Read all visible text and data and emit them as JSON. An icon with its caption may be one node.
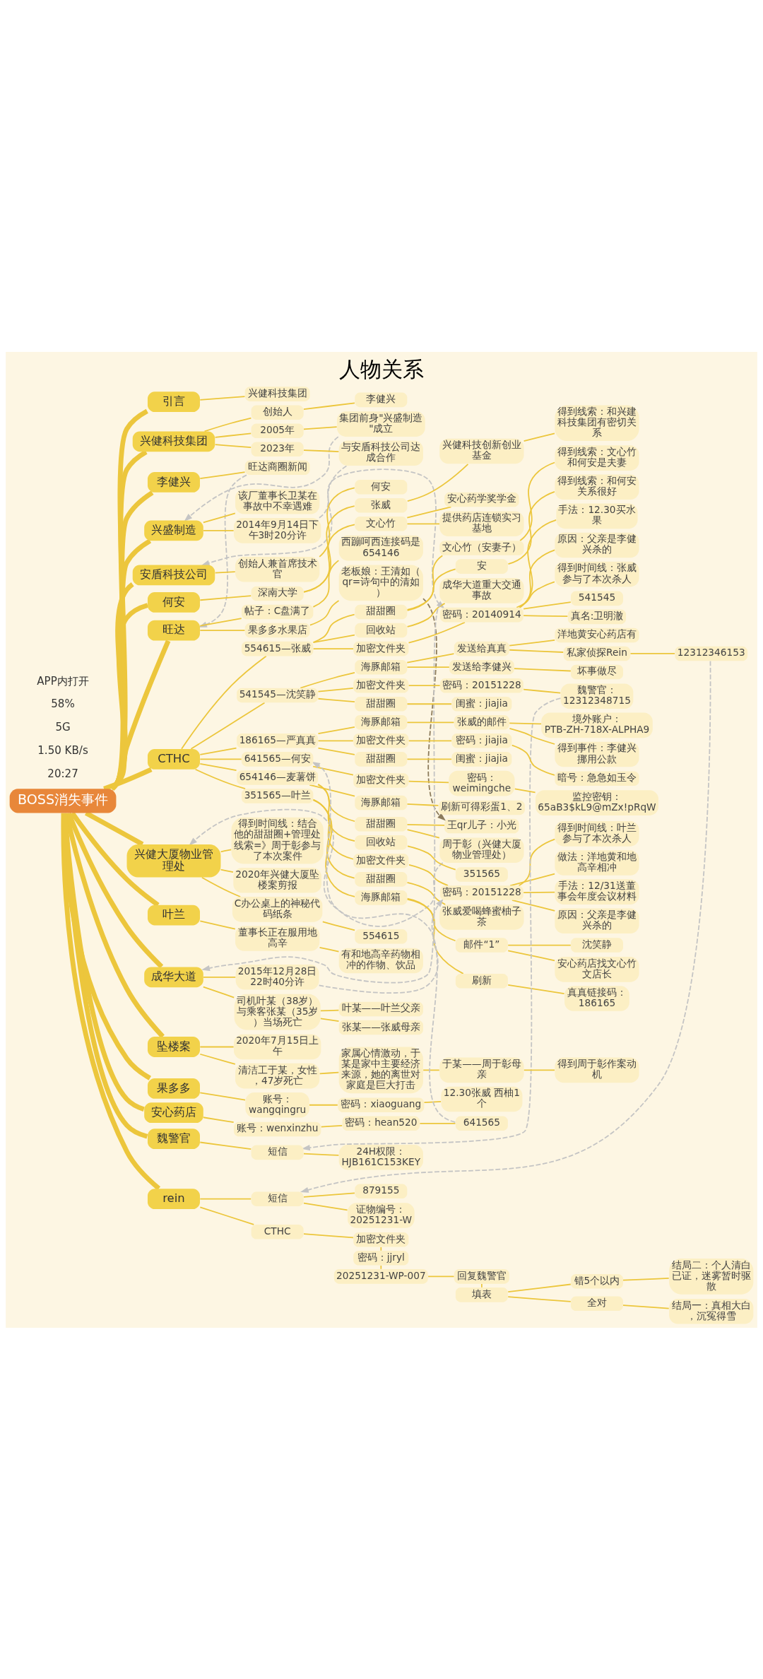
{
  "diagram": {
    "title": "人物关系",
    "nodes": [
      {
        "text": [
          "BOSS消失事件"
        ]
      },
      {
        "text": [
          "引言"
        ]
      },
      {
        "text": [
          "兴健科技集团"
        ]
      },
      {
        "text": [
          "兴健科技集团"
        ]
      },
      {
        "text": [
          "2005年"
        ]
      },
      {
        "text": [
          "集团前身\"兴盛制造\"成立"
        ]
      },
      {
        "text": [
          "2023年"
        ]
      },
      {
        "text": [
          "与安盾科技公司达成合作"
        ]
      },
      {
        "text": [
          "创始人"
        ]
      },
      {
        "text": [
          "李健兴"
        ]
      },
      {
        "text": [
          "李健兴"
        ]
      },
      {
        "text": [
          "旺达商圈新闻"
        ]
      },
      {
        "text": [
          "兴盛制造"
        ]
      },
      {
        "text": [
          "该厂董事长卫某在事故中不幸遇难"
        ]
      },
      {
        "text": [
          "2014年9月14日下午3时20分许"
        ]
      },
      {
        "text": [
          "安盾科技公司"
        ]
      },
      {
        "text": [
          "创始人兼首席技术官"
        ]
      },
      {
        "text": [
          "何安"
        ]
      },
      {
        "text": [
          "何安"
        ]
      },
      {
        "text": [
          "深南大学"
        ]
      },
      {
        "text": [
          "张威"
        ]
      },
      {
        "text": [
          "兴健科技创新创业基金"
        ]
      },
      {
        "text": [
          "得到线索：和兴建科技集团有密切关系"
        ]
      },
      {
        "text": [
          "文心竹"
        ]
      },
      {
        "text": [
          "安心药学奖学金"
        ]
      },
      {
        "text": [
          "提供药店连锁实习基地"
        ]
      },
      {
        "text": [
          "旺达"
        ]
      },
      {
        "text": [
          "帖子：C盘满了"
        ]
      },
      {
        "text": [
          "西蹦呵西连接码是654146"
        ]
      },
      {
        "text": [
          "果多多水果店"
        ]
      },
      {
        "text": [
          "老板娘：王清如（qr=诗句中的清如）"
        ]
      },
      {
        "text": [
          "CTHC"
        ]
      },
      {
        "text": [
          "654146—麦薯饼"
        ]
      },
      {
        "text": [
          "甜甜圈"
        ]
      },
      {
        "text": [
          "周于彰（兴健大厦物业管理处）"
        ]
      },
      {
        "text": [
          "王qr儿子：小光"
        ]
      },
      {
        "text": [
          "回收站"
        ]
      },
      {
        "text": [
          "351565"
        ]
      },
      {
        "text": [
          "海豚邮箱"
        ]
      },
      {
        "text": [
          "刷新可得彩蛋1、2"
        ]
      },
      {
        "text": [
          "351565—叶兰"
        ]
      },
      {
        "text": [
          "甜甜圈"
        ]
      },
      {
        "text": [
          "张威爱喝蜂蜜柚子茶"
        ]
      },
      {
        "text": [
          "海豚邮箱"
        ]
      },
      {
        "text": [
          "邮件“1”"
        ]
      },
      {
        "text": [
          "安心药店找文心竹文店长"
        ]
      },
      {
        "text": [
          "沈笑静"
        ]
      },
      {
        "text": [
          "刷新"
        ]
      },
      {
        "text": [
          "真真链接码：186165"
        ]
      },
      {
        "text": [
          "加密文件夹"
        ]
      },
      {
        "text": [
          "密码：20151228"
        ]
      },
      {
        "text": [
          "做法：洋地黄和地高辛相冲"
        ]
      },
      {
        "text": [
          "手法：12/31送董事会年度会议材料"
        ]
      },
      {
        "text": [
          "原因：父亲是李健兴杀的"
        ]
      },
      {
        "text": [
          "得到时间线：叶兰参与了本次杀人"
        ]
      },
      {
        "text": [
          "554615—张威"
        ]
      },
      {
        "text": [
          "甜甜圈"
        ]
      },
      {
        "text": [
          "文心竹（安妻子）"
        ]
      },
      {
        "text": [
          "得到线索：文心竹和何安是夫妻"
        ]
      },
      {
        "text": [
          "安"
        ]
      },
      {
        "text": [
          "得到线索：和何安关系很好"
        ]
      },
      {
        "text": [
          "回收站"
        ]
      },
      {
        "text": [
          "成华大道重大交通事故"
        ]
      },
      {
        "text": [
          "加密文件夹"
        ]
      },
      {
        "text": [
          "密码：20140914"
        ]
      },
      {
        "text": [
          "真名:卫明澈"
        ]
      },
      {
        "text": [
          "手法：12.30买水果"
        ]
      },
      {
        "text": [
          "原因：父亲是李健兴杀的"
        ]
      },
      {
        "text": [
          "得到时间线：张威参与了本次杀人"
        ]
      },
      {
        "text": [
          "541545"
        ]
      },
      {
        "text": [
          "541545—沈笑静"
        ]
      },
      {
        "text": [
          "甜甜圈"
        ]
      },
      {
        "text": [
          "闺蜜：jiajia"
        ]
      },
      {
        "text": [
          "海豚邮箱"
        ]
      },
      {
        "text": [
          "发送给真真"
        ]
      },
      {
        "text": [
          "私家侦探Rein"
        ]
      },
      {
        "text": [
          "12312346153"
        ]
      },
      {
        "text": [
          "洋地黄安心药店有"
        ]
      },
      {
        "text": [
          "发送给李健兴"
        ]
      },
      {
        "text": [
          "坏事做尽"
        ]
      },
      {
        "text": [
          "加密文件夹"
        ]
      },
      {
        "text": [
          "密码：20151228"
        ]
      },
      {
        "text": [
          "魏警官：12312348715"
        ]
      },
      {
        "text": [
          "186165—严真真"
        ]
      },
      {
        "text": [
          "甜甜圈"
        ]
      },
      {
        "text": [
          "闺蜜：jiajia"
        ]
      },
      {
        "text": [
          "海豚邮箱"
        ]
      },
      {
        "text": [
          "张威的邮件"
        ]
      },
      {
        "text": [
          "得到事件：李健兴挪用公款"
        ]
      },
      {
        "text": [
          "境外账户：PTB-ZH-718X-ALPHA9"
        ]
      },
      {
        "text": [
          "加密文件夹"
        ]
      },
      {
        "text": [
          "密码：jiajia"
        ]
      },
      {
        "text": [
          "暗号：急急如玉令"
        ]
      },
      {
        "text": [
          "641565—何安"
        ]
      },
      {
        "text": [
          "加密文件夹"
        ]
      },
      {
        "text": [
          "密码：weimingche"
        ]
      },
      {
        "text": [
          "监控密钥：65aB3$kL9@mZx!pRqW"
        ]
      },
      {
        "text": [
          "兴健大厦物业管理处"
        ]
      },
      {
        "text": [
          "2020年兴健大厦坠楼案剪报"
        ]
      },
      {
        "text": [
          "C办公桌上的神秘代码纸条"
        ]
      },
      {
        "text": [
          "554615"
        ]
      },
      {
        "text": [
          "得到时间线：结合他的甜甜圈+管理处线索=》周于彰参与了本次案件"
        ]
      },
      {
        "text": [
          "叶兰"
        ]
      },
      {
        "text": [
          "董事长正在服用地高辛"
        ]
      },
      {
        "text": [
          "有和地高辛药物相冲的作物、饮品"
        ]
      },
      {
        "text": [
          "成华大道"
        ]
      },
      {
        "text": [
          "2015年12月28日22时40分许"
        ]
      },
      {
        "text": [
          "司机叶某（38岁）与乘客张某（35岁）当场死亡"
        ]
      },
      {
        "text": [
          "叶某——叶兰父亲"
        ]
      },
      {
        "text": [
          "张某——张威母亲"
        ]
      },
      {
        "text": [
          "坠楼案"
        ]
      },
      {
        "text": [
          "2020年7月15日上午"
        ]
      },
      {
        "text": [
          "清洁工于某，女性，47岁死亡"
        ]
      },
      {
        "text": [
          "家属心情激动，于某是家中主要经济来源，她的离世对家庭是巨大打击"
        ]
      },
      {
        "text": [
          "于某——周于彰母亲"
        ]
      },
      {
        "text": [
          "得到周于彰作案动机"
        ]
      },
      {
        "text": [
          "果多多"
        ]
      },
      {
        "text": [
          "账号：wangqingru"
        ]
      },
      {
        "text": [
          "密码：xiaoguang"
        ]
      },
      {
        "text": [
          "12.30张威 西柚1个"
        ]
      },
      {
        "text": [
          "安心药店"
        ]
      },
      {
        "text": [
          "账号：wenxinzhu"
        ]
      },
      {
        "text": [
          "密码：hean520"
        ]
      },
      {
        "text": [
          "641565"
        ]
      },
      {
        "text": [
          "魏警官"
        ]
      },
      {
        "text": [
          "短信"
        ]
      },
      {
        "text": [
          "24H权限：HJB161C153KEY"
        ]
      },
      {
        "text": [
          "rein"
        ]
      },
      {
        "text": [
          "短信"
        ]
      },
      {
        "text": [
          "879155"
        ]
      },
      {
        "text": [
          "证物编号：20251231-W"
        ]
      },
      {
        "text": [
          "CTHC"
        ]
      },
      {
        "text": [
          "加密文件夹"
        ]
      },
      {
        "text": [
          "密码：jjryl"
        ]
      },
      {
        "text": [
          "20251231-WP-007"
        ]
      },
      {
        "text": [
          "回复魏警官"
        ]
      },
      {
        "text": [
          "填表"
        ]
      },
      {
        "text": [
          "全对"
        ]
      },
      {
        "text": [
          "结局一：真相大白，沉冤得雪"
        ]
      },
      {
        "text": [
          "错5个以内"
        ]
      },
      {
        "text": [
          "结局二：个人清白已证，迷雾暂时驱散"
        ]
      }
    ],
    "edges": [
      {
        "from": 0,
        "to": 1,
        "arrow": "none",
        "style": "thick"
      },
      {
        "from": 1,
        "to": 2,
        "arrow": "none"
      },
      {
        "from": 0,
        "to": 3,
        "arrow": "none",
        "style": "thick"
      },
      {
        "from": 3,
        "to": 4,
        "arrow": "none"
      },
      {
        "from": 4,
        "to": 5,
        "arrow": "none"
      },
      {
        "from": 3,
        "to": 6,
        "arrow": "none"
      },
      {
        "from": 6,
        "to": 7,
        "arrow": "none"
      },
      {
        "from": 3,
        "to": 8,
        "arrow": "none"
      },
      {
        "from": 8,
        "to": 9,
        "arrow": "none"
      },
      {
        "from": 0,
        "to": 10,
        "arrow": "none",
        "style": "thick"
      },
      {
        "from": 10,
        "to": 11,
        "arrow": "none"
      },
      {
        "from": 0,
        "to": 12,
        "arrow": "none",
        "style": "thick"
      },
      {
        "from": 12,
        "to": 13,
        "arrow": "none"
      },
      {
        "from": 12,
        "to": 14,
        "arrow": "none"
      },
      {
        "from": 0,
        "to": 15,
        "arrow": "none",
        "style": "thick"
      },
      {
        "from": 15,
        "to": 16,
        "arrow": "none"
      },
      {
        "from": 16,
        "to": 17,
        "arrow": "none"
      },
      {
        "from": 0,
        "to": 18,
        "arrow": "none",
        "style": "thick"
      },
      {
        "from": 18,
        "to": 19,
        "arrow": "none"
      },
      {
        "from": 19,
        "to": 20,
        "arrow": "none"
      },
      {
        "from": 20,
        "to": 21,
        "arrow": "none"
      },
      {
        "from": 21,
        "to": 22,
        "arrow": "none"
      },
      {
        "from": 19,
        "to": 23,
        "arrow": "none"
      },
      {
        "from": 23,
        "to": 24,
        "arrow": "none"
      },
      {
        "from": 23,
        "to": 25,
        "arrow": "none"
      },
      {
        "from": 0,
        "to": 26,
        "arrow": "none",
        "style": "thick"
      },
      {
        "from": 26,
        "to": 27,
        "arrow": "none"
      },
      {
        "from": 27,
        "to": 28,
        "arrow": "none"
      },
      {
        "from": 26,
        "to": 29,
        "arrow": "none"
      },
      {
        "from": 29,
        "to": 30,
        "arrow": "none"
      },
      {
        "from": 0,
        "to": 31,
        "arrow": "none",
        "style": "thick"
      },
      {
        "from": 31,
        "to": 32,
        "arrow": "none"
      },
      {
        "from": 32,
        "to": 33,
        "arrow": "none"
      },
      {
        "from": 33,
        "to": 34,
        "arrow": "none"
      },
      {
        "from": 33,
        "to": 35,
        "arrow": "none"
      },
      {
        "from": 32,
        "to": 36,
        "arrow": "none"
      },
      {
        "from": 36,
        "to": 37,
        "arrow": "none"
      },
      {
        "from": 32,
        "to": 38,
        "arrow": "none"
      },
      {
        "from": 38,
        "to": 39,
        "arrow": "none"
      },
      {
        "from": 31,
        "to": 40,
        "arrow": "none"
      },
      {
        "from": 40,
        "to": 41,
        "arrow": "none"
      },
      {
        "from": 41,
        "to": 42,
        "arrow": "none"
      },
      {
        "from": 40,
        "to": 43,
        "arrow": "none"
      },
      {
        "from": 43,
        "to": 44,
        "arrow": "none"
      },
      {
        "from": 44,
        "to": 45,
        "arrow": "none"
      },
      {
        "from": 44,
        "to": 46,
        "arrow": "none"
      },
      {
        "from": 43,
        "to": 47,
        "arrow": "none"
      },
      {
        "from": 47,
        "to": 48,
        "arrow": "none"
      },
      {
        "from": 40,
        "to": 49,
        "arrow": "none"
      },
      {
        "from": 49,
        "to": 50,
        "arrow": "none"
      },
      {
        "from": 50,
        "to": 51,
        "arrow": "none"
      },
      {
        "from": 50,
        "to": 52,
        "arrow": "none"
      },
      {
        "from": 50,
        "to": 53,
        "arrow": "none"
      },
      {
        "from": 50,
        "to": 54,
        "arrow": "none"
      },
      {
        "from": 31,
        "to": 55,
        "arrow": "none"
      },
      {
        "from": 55,
        "to": 56,
        "arrow": "none"
      },
      {
        "from": 56,
        "to": 57,
        "arrow": "none"
      },
      {
        "from": 57,
        "to": 58,
        "arrow": "none"
      },
      {
        "from": 56,
        "to": 59,
        "arrow": "none"
      },
      {
        "from": 59,
        "to": 60,
        "arrow": "none"
      },
      {
        "from": 55,
        "to": 61,
        "arrow": "none"
      },
      {
        "from": 61,
        "to": 62,
        "arrow": "none"
      },
      {
        "from": 55,
        "to": 63,
        "arrow": "none"
      },
      {
        "from": 63,
        "to": 64,
        "arrow": "none"
      },
      {
        "from": 64,
        "to": 65,
        "arrow": "none"
      },
      {
        "from": 64,
        "to": 66,
        "arrow": "none"
      },
      {
        "from": 64,
        "to": 67,
        "arrow": "none"
      },
      {
        "from": 64,
        "to": 68,
        "arrow": "none"
      },
      {
        "from": 64,
        "to": 69,
        "arrow": "none"
      },
      {
        "from": 31,
        "to": 70,
        "arrow": "none"
      },
      {
        "from": 70,
        "to": 71,
        "arrow": "none"
      },
      {
        "from": 71,
        "to": 72,
        "arrow": "none"
      },
      {
        "from": 70,
        "to": 73,
        "arrow": "none"
      },
      {
        "from": 73,
        "to": 74,
        "arrow": "none"
      },
      {
        "from": 74,
        "to": 75,
        "arrow": "none"
      },
      {
        "from": 75,
        "to": 76,
        "arrow": "none"
      },
      {
        "from": 74,
        "to": 77,
        "arrow": "none"
      },
      {
        "from": 73,
        "to": 78,
        "arrow": "none"
      },
      {
        "from": 78,
        "to": 79,
        "arrow": "none"
      },
      {
        "from": 70,
        "to": 80,
        "arrow": "none"
      },
      {
        "from": 80,
        "to": 81,
        "arrow": "none"
      },
      {
        "from": 81,
        "to": 82,
        "arrow": "none"
      },
      {
        "from": 31,
        "to": 83,
        "arrow": "none"
      },
      {
        "from": 83,
        "to": 84,
        "arrow": "none"
      },
      {
        "from": 84,
        "to": 85,
        "arrow": "none"
      },
      {
        "from": 83,
        "to": 86,
        "arrow": "none"
      },
      {
        "from": 86,
        "to": 87,
        "arrow": "none"
      },
      {
        "from": 87,
        "to": 88,
        "arrow": "none"
      },
      {
        "from": 87,
        "to": 89,
        "arrow": "none"
      },
      {
        "from": 83,
        "to": 90,
        "arrow": "none"
      },
      {
        "from": 90,
        "to": 91,
        "arrow": "none"
      },
      {
        "from": 91,
        "to": 92,
        "arrow": "none"
      },
      {
        "from": 31,
        "to": 93,
        "arrow": "none"
      },
      {
        "from": 93,
        "to": 94,
        "arrow": "none"
      },
      {
        "from": 94,
        "to": 95,
        "arrow": "none"
      },
      {
        "from": 95,
        "to": 96,
        "arrow": "none"
      },
      {
        "from": 0,
        "to": 97,
        "arrow": "none",
        "style": "thick"
      },
      {
        "from": 97,
        "to": 98,
        "arrow": "none"
      },
      {
        "from": 97,
        "to": 99,
        "arrow": "none"
      },
      {
        "from": 99,
        "to": 100,
        "arrow": "none"
      },
      {
        "from": 97,
        "to": 101,
        "arrow": "none"
      },
      {
        "from": 0,
        "to": 102,
        "arrow": "none",
        "style": "thick"
      },
      {
        "from": 102,
        "to": 103,
        "arrow": "none"
      },
      {
        "from": 103,
        "to": 104,
        "arrow": "none"
      },
      {
        "from": 0,
        "to": 105,
        "arrow": "none",
        "style": "thick"
      },
      {
        "from": 105,
        "to": 106,
        "arrow": "none"
      },
      {
        "from": 105,
        "to": 107,
        "arrow": "none"
      },
      {
        "from": 107,
        "to": 108,
        "arrow": "none"
      },
      {
        "from": 107,
        "to": 109,
        "arrow": "none"
      },
      {
        "from": 0,
        "to": 110,
        "arrow": "none",
        "style": "thick"
      },
      {
        "from": 110,
        "to": 111,
        "arrow": "none"
      },
      {
        "from": 110,
        "to": 112,
        "arrow": "none"
      },
      {
        "from": 112,
        "to": 113,
        "arrow": "none"
      },
      {
        "from": 113,
        "to": 114,
        "arrow": "none"
      },
      {
        "from": 114,
        "to": 115,
        "arrow": "none"
      },
      {
        "from": 0,
        "to": 116,
        "arrow": "none",
        "style": "thick"
      },
      {
        "from": 116,
        "to": 117,
        "arrow": "none"
      },
      {
        "from": 117,
        "to": 118,
        "arrow": "none"
      },
      {
        "from": 118,
        "to": 119,
        "arrow": "none"
      },
      {
        "from": 0,
        "to": 120,
        "arrow": "none",
        "style": "thick"
      },
      {
        "from": 120,
        "to": 121,
        "arrow": "none"
      },
      {
        "from": 121,
        "to": 122,
        "arrow": "none"
      },
      {
        "from": 122,
        "to": 123,
        "arrow": "none"
      },
      {
        "from": 0,
        "to": 124,
        "arrow": "none",
        "style": "thick"
      },
      {
        "from": 124,
        "to": 125,
        "arrow": "none"
      },
      {
        "from": 125,
        "to": 126,
        "arrow": "none"
      },
      {
        "from": 0,
        "to": 127,
        "arrow": "none",
        "style": "thick"
      },
      {
        "from": 127,
        "to": 128,
        "arrow": "none"
      },
      {
        "from": 128,
        "to": 129,
        "arrow": "none"
      },
      {
        "from": 128,
        "to": 130,
        "arrow": "none"
      },
      {
        "from": 127,
        "to": 131,
        "arrow": "none"
      },
      {
        "from": 131,
        "to": 132,
        "arrow": "none"
      },
      {
        "from": 132,
        "to": 133,
        "arrow": "none"
      },
      {
        "from": 133,
        "to": 134,
        "arrow": "none"
      },
      {
        "from": 134,
        "to": 135,
        "arrow": "none"
      },
      {
        "from": 135,
        "to": 136,
        "arrow": "none"
      },
      {
        "from": 136,
        "to": 137,
        "arrow": "none"
      },
      {
        "from": 137,
        "to": 138,
        "arrow": "none"
      },
      {
        "from": 136,
        "to": 139,
        "arrow": "none"
      },
      {
        "from": 139,
        "to": 140,
        "arrow": "none"
      },
      {
        "from": 5,
        "to": 12,
        "arrow": "to",
        "style": "dashed",
        "color": "#c4c4c4"
      },
      {
        "from": 7,
        "to": 15,
        "arrow": "to",
        "style": "dashed",
        "color": "#c4c4c4"
      },
      {
        "from": 11,
        "to": 26,
        "arrow": "to",
        "style": "dashed",
        "color": "#c4c4c4"
      },
      {
        "from": 30,
        "to": 35,
        "arrow": "to",
        "style": "dashed",
        "color": "#8c7b5b"
      },
      {
        "from": 14,
        "to": 64,
        "arrow": "to",
        "style": "dashed",
        "color": "#c4c4c4"
      },
      {
        "from": 34,
        "to": 97,
        "arrow": "to",
        "style": "dashed",
        "color": "#c4c4c4"
      },
      {
        "from": 62,
        "to": 105,
        "arrow": "to",
        "style": "dashed",
        "color": "#c4c4c4"
      },
      {
        "from": 106,
        "to": 50,
        "arrow": "to",
        "style": "dashed",
        "color": "#c4c4c4"
      },
      {
        "from": 76,
        "to": 128,
        "arrow": "to",
        "style": "dashed",
        "color": "#c4c4c4"
      },
      {
        "from": 82,
        "to": 125,
        "arrow": "to",
        "style": "dashed",
        "color": "#c4c4c4"
      },
      {
        "from": 123,
        "to": 93,
        "arrow": "to",
        "style": "dashed",
        "color": "#c4c4c4"
      }
    ],
    "labels": [
      "20:27",
      "1.50 KB/s",
      "5G",
      "58%",
      "APP内打开"
    ]
  }
}
